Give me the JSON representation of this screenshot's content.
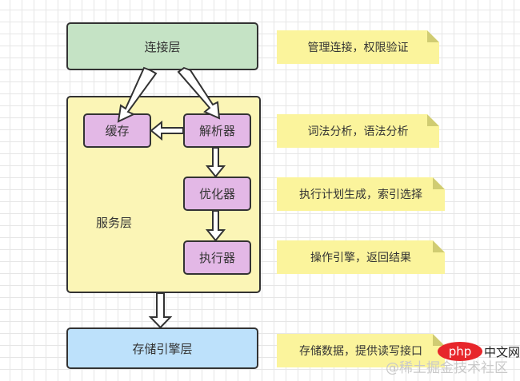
{
  "layers": {
    "connection": "连接层",
    "service": "服务层",
    "storage": "存储引擎层"
  },
  "components": {
    "cache": "缓存",
    "parser": "解析器",
    "optimizer": "优化器",
    "executor": "执行器"
  },
  "notes": [
    "管理连接，权限验证",
    "词法分析，语法分析",
    "执行计划生成，索引选择",
    "操作引擎，返回结果",
    "存储数据，提供读写接口"
  ],
  "colors": {
    "connection": "#c5e3c5",
    "service": "#fbf5b6",
    "component": "#e3b8e6",
    "storage": "#bde1fb",
    "note": "#fbf49c"
  },
  "watermark": {
    "community": "@稀土掘金技术社区",
    "php_logo": "php",
    "php_site": "中文网"
  }
}
